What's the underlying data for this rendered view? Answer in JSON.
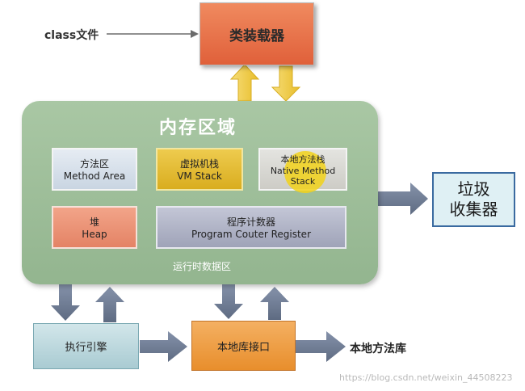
{
  "class_file": "class文件",
  "class_loader": "类装载器",
  "memory": {
    "title": "内存区域",
    "runtime_label": "运行时数据区",
    "method_area": {
      "cn": "方法区",
      "en": "Method Area"
    },
    "vm_stack": {
      "cn": "虚拟机栈",
      "en": "VM Stack"
    },
    "native_stack": {
      "cn": "本地方法栈",
      "en_1": "Native Method",
      "en_2": "Stack"
    },
    "heap": {
      "cn": "堆",
      "en": "Heap"
    },
    "pc_register": {
      "cn": "程序计数器",
      "en": "Program Couter Register"
    }
  },
  "gc": {
    "line1": "垃圾",
    "line2": "收集器"
  },
  "exec_engine": "执行引擎",
  "native_interface": "本地库接口",
  "native_lib": "本地方法库",
  "watermark": "https://blog.csdn.net/weixin_44508223",
  "colors": {
    "arrow": "#6f7d95",
    "loader_arrow": "#f3cf49",
    "highlight": "#f2d21a"
  }
}
